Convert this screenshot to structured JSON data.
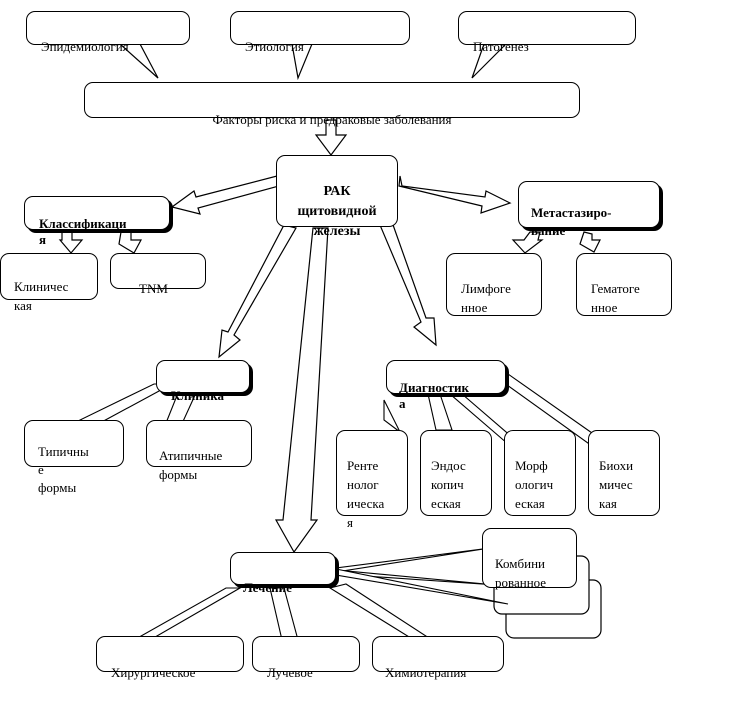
{
  "nodes": {
    "epidemiology": "Эпидемиология",
    "etiology": "Этиология",
    "pathogenesis": "Патогенез",
    "risk_factors": "Факторы риска и предраковые заболевания",
    "cancer": "РАК\nщитовидной\nжелезы",
    "classification": "Классификаци\nя",
    "clinical_class": "Клиничес\nкая",
    "tnm": "TNM",
    "metastasis": "Метастазиро-\nвание",
    "lymphogenous": "Лимфоге\nнное",
    "hematogenous": "Гематоге\nнное",
    "clinic": "Клиника",
    "typical": "Типичны\nе\nформы",
    "atypical": "Атипичные\nформы",
    "diagnostics": "Диагностик\nа",
    "xray": "Ренте\nнолог\nическа\nя",
    "endoscopic": "Эндос\nкопич\nеская",
    "morphological": "Морф\nологич\nеская",
    "biochemical": "Биохи\nмичес\nкая",
    "treatment": "Лечение",
    "combined": "Комбини\nрованное",
    "surgical": "Хирургическое",
    "radiation": "Лучевое",
    "chemotherapy": "Химиотерапия"
  }
}
